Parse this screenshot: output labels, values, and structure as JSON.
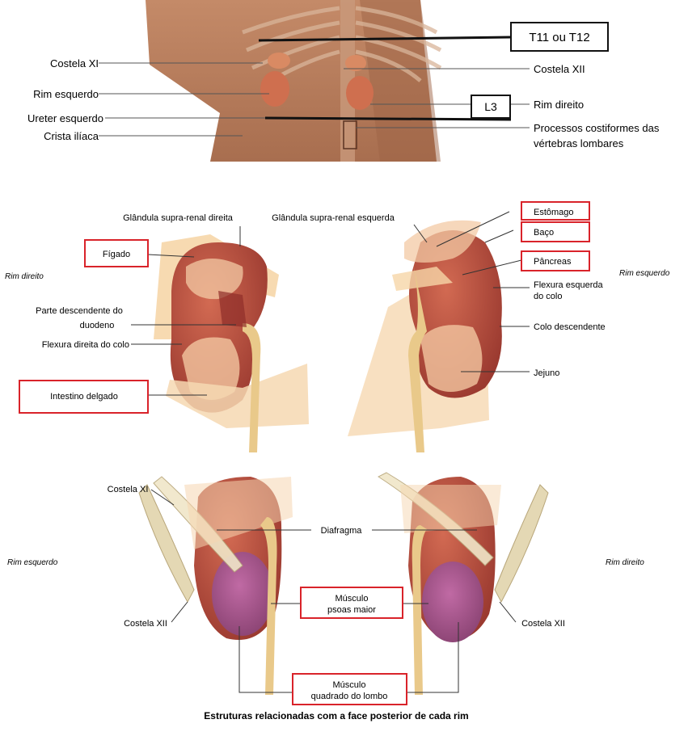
{
  "panel1": {
    "labels_left": [
      "Costela XI",
      "Rim esquerdo",
      "Ureter esquerdo",
      "Crista ilíaca"
    ],
    "labels_right": [
      "Costela XII",
      "Rim direito",
      "Processos costiformes das",
      "vértebras lombares"
    ],
    "box_t11": "T11 ou T12",
    "box_l3": "L3"
  },
  "panel2": {
    "side_left": "Rim direito",
    "side_right": "Rim esquerdo",
    "left_labels": {
      "suprarenal_dir": "Glândula supra-renal direita",
      "figado": "Fígado",
      "parte_desc_1": "Parte descendente do",
      "parte_desc_2": "duodeno",
      "flexura_dir": "Flexura direita do colo",
      "intestino": "Intestino delgado"
    },
    "right_labels": {
      "suprarenal_esq": "Glândula supra-renal esquerda",
      "estomago": "Estômago",
      "baco": "Baço",
      "pancreas": "Pâncreas",
      "flexura_esq_1": "Flexura esquerda",
      "flexura_esq_2": "do colo",
      "colo_desc": "Colo descendente",
      "jejuno": "Jejuno"
    }
  },
  "panel3": {
    "side_left": "Rim esquerdo",
    "side_right": "Rim direito",
    "costela_xi": "Costela XI",
    "costela_xii_left": "Costela XII",
    "costela_xii_right": "Costela XII",
    "diafragma": "Diafragma",
    "psoas_1": "Músculo",
    "psoas_2": "psoas maior",
    "quadrado_1": "Músculo",
    "quadrado_2": "quadrado do lombo",
    "caption": "Estruturas relacionadas com a face posterior de cada rim"
  },
  "colors": {
    "highlight_box": "#d9232a",
    "kidney": "#b8443a",
    "kidney_dark": "#8f2f2a",
    "skin": "#b57a58",
    "bone": "#e4d8b4",
    "purple": "#9c4a86"
  }
}
